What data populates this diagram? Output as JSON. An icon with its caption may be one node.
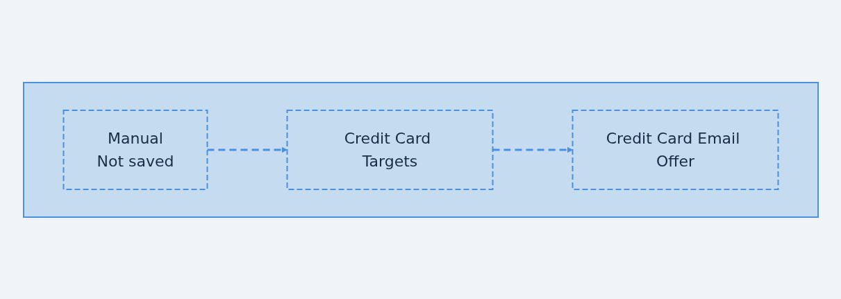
{
  "diagram": {
    "nodes": [
      {
        "text": [],
        "shape": "box"
      },
      {
        "text": [
          "Manual",
          "Not saved"
        ],
        "in": 0
      },
      {
        "text": [
          "Credit Card Targets"
        ],
        "in": 0
      },
      {
        "text": [
          "Credit Card Email Offer"
        ],
        "in": 0
      }
    ],
    "edges": [
      {
        "from": 1,
        "to": 2,
        "arrow": "to",
        "style": "dashed"
      },
      {
        "from": 2,
        "to": 3,
        "arrow": "to",
        "style": "dashed"
      }
    ]
  }
}
